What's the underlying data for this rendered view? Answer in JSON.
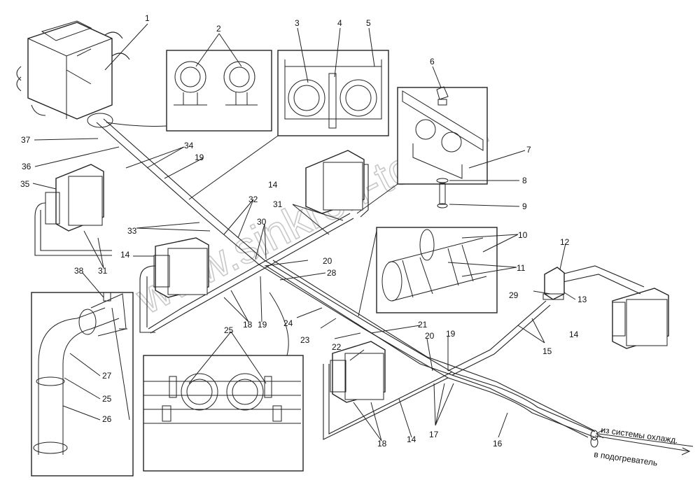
{
  "watermark": "www.sinkron-too.kz",
  "captions": {
    "from_cooling": "из системы охлажд.",
    "to_heater": "в подогреватель"
  },
  "labels": [
    "1",
    "2",
    "3",
    "4",
    "5",
    "6",
    "7",
    "8",
    "9",
    "10",
    "11",
    "12",
    "13",
    "14",
    "15",
    "16",
    "17",
    "18",
    "19",
    "20",
    "21",
    "22",
    "23",
    "24",
    "25",
    "26",
    "27",
    "28",
    "29",
    "30",
    "31",
    "32",
    "33",
    "34",
    "35",
    "36",
    "37",
    "38"
  ]
}
